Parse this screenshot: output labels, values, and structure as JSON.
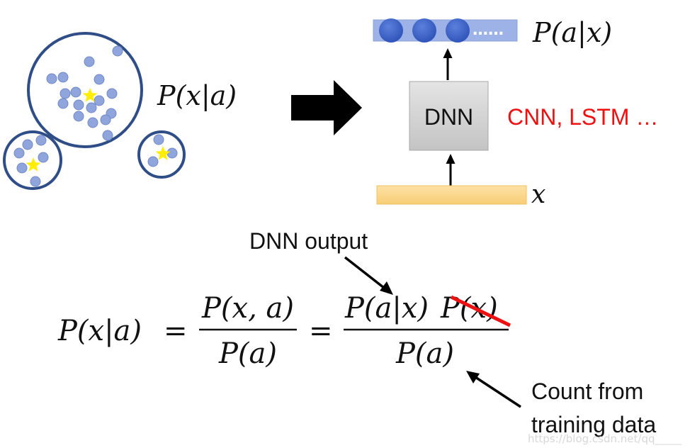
{
  "clusters": {
    "label": "P(x|a)"
  },
  "network": {
    "box_label": "DNN",
    "output_label": "P(a|x)",
    "output_dots": "……",
    "input_label": "x",
    "models_note": "CNN, LSTM …"
  },
  "equation": {
    "lhs": "P(x|a)",
    "eq1": "=",
    "frac1_num": "P(x, a)",
    "frac1_den": "P(a)",
    "eq2": "=",
    "frac2_num_a": "P(a|x)",
    "frac2_num_b": "P(x)",
    "frac2_den": "P(a)"
  },
  "annotations": {
    "dnn_output": "DNN output",
    "count_line1": "Count from",
    "count_line2": "training data"
  },
  "watermark": "https://blog.csdn.net/qq_____",
  "colors": {
    "cluster_ring": "#2f4d86",
    "dot_fill": "#8fa5dc",
    "star": "#ffee00",
    "strike": "#ee1111",
    "output_bar": "#9db2e6",
    "node_fill": "#3d63c6",
    "input_bar": "#fcd992",
    "dnn_box": "#d0d0d0"
  }
}
